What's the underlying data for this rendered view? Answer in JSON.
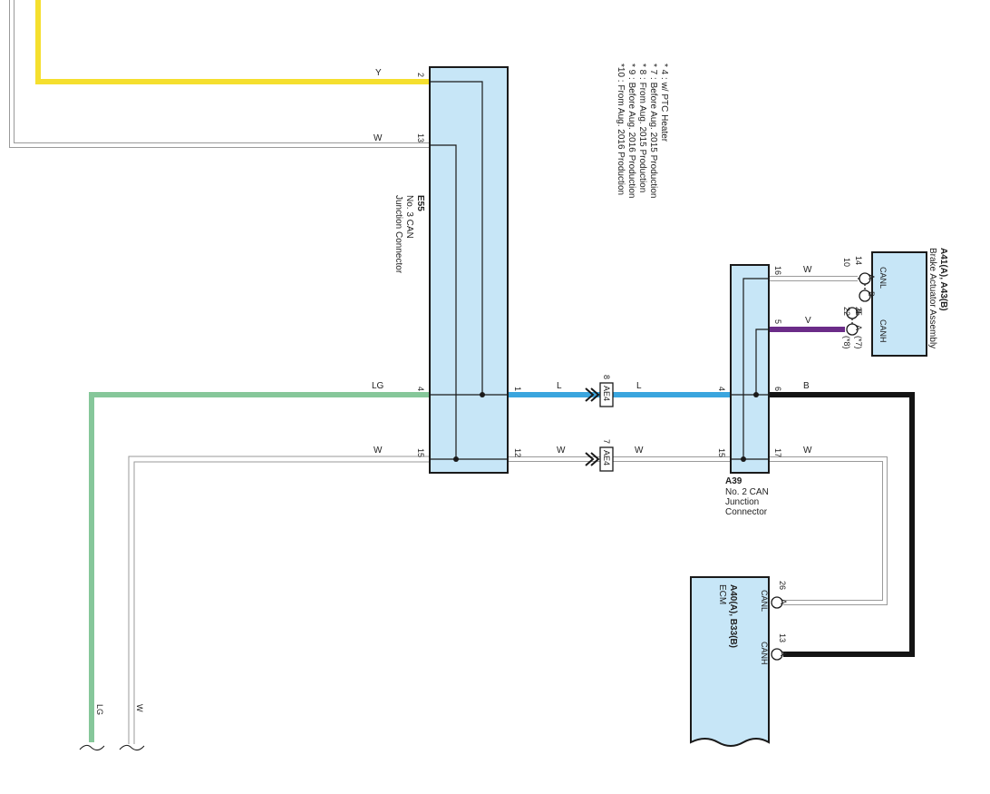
{
  "colors": {
    "Y": "#f5df2e",
    "LG": "#86c79a",
    "L": "#3aa5de",
    "V": "#6b2c88",
    "B": "#141414",
    "W_fill": "#ffffff",
    "W_edge": "#9a9a9a",
    "connector": "#c7e6f7"
  },
  "notes": [
    "* 4 : w/ PTC Heater",
    "* 7 : Before Aug.  2015 Production",
    "* 8 : From Aug.  2015 Production",
    "* 9 : Before Aug.  2016 Production",
    "*10 : From Aug.  2016 Production"
  ],
  "e55": {
    "code": "E55",
    "name_line1": "No. 3 CAN",
    "name_line2": "Junction Connector",
    "pins": {
      "p2": "2",
      "p13": "13",
      "p4": "4",
      "p15": "15",
      "p1": "1",
      "p12": "12"
    }
  },
  "a39": {
    "code": "A39",
    "name_line1": "No.  2 CAN",
    "name_line2": "Junction",
    "name_line3": "Connector",
    "pins": {
      "p16": "16",
      "p5": "5",
      "p6": "6",
      "p17": "17",
      "p4": "4",
      "p15": "15"
    }
  },
  "ae4": {
    "code": "AE4",
    "pin_top": "8",
    "pin_bottom": "7"
  },
  "brake": {
    "code": "A41(A),  A43(B)",
    "name": "Brake Actuator Assembly",
    "canl": "CANL",
    "canh": "CANH",
    "pin14": "14",
    "pin10": "10",
    "pin25": "25",
    "pin22": "22",
    "letter_a": "A",
    "letter_b": "B",
    "note7": "(*7)",
    "note8": "(*8)"
  },
  "ecm": {
    "code": "A40(A),  B33(B)",
    "name": "ECM",
    "canl": "CANL",
    "canh": "CANH",
    "pin26": "26",
    "pin13": "13",
    "letter": "A"
  },
  "wires": {
    "y": "Y",
    "w_top": "W",
    "lg": "LG",
    "w_mid": "W",
    "l_left": "L",
    "l_right": "L",
    "w_ae_left": "W",
    "w_ae_right": "W",
    "w_brake": "W",
    "v": "V",
    "b": "B",
    "w_ecm": "W",
    "lg_bottom": "LG",
    "w_bottom": "W"
  }
}
